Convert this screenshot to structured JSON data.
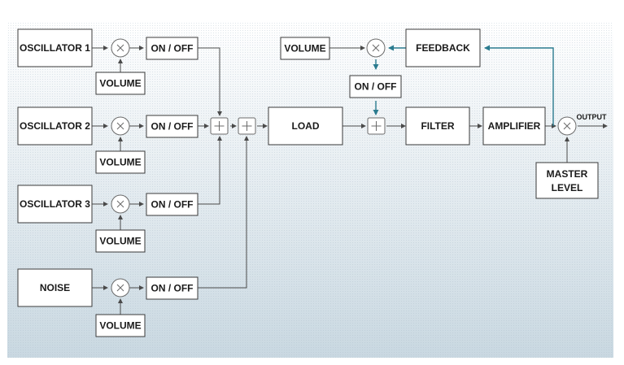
{
  "blocks": {
    "osc1": "OSCILLATOR 1",
    "osc2": "OSCILLATOR 2",
    "osc3": "OSCILLATOR 3",
    "noise": "NOISE",
    "vol_osc1": "VOLUME",
    "vol_osc2": "VOLUME",
    "vol_osc3": "VOLUME",
    "vol_noise": "VOLUME",
    "onoff_osc1": "ON / OFF",
    "onoff_osc2": "ON / OFF",
    "onoff_osc3": "ON / OFF",
    "onoff_noise": "ON / OFF",
    "load": "LOAD",
    "feedback_volume": "VOLUME",
    "feedback_onoff": "ON / OFF",
    "feedback": "FEEDBACK",
    "filter": "FILTER",
    "amplifier": "AMPLIFIER",
    "master_level": [
      "MASTER",
      "LEVEL"
    ],
    "output": "OUTPUT"
  },
  "colors": {
    "background_top": "#ffffff",
    "background_bottom": "#c9d8e1",
    "feedback_line": "#2b7b8f"
  }
}
